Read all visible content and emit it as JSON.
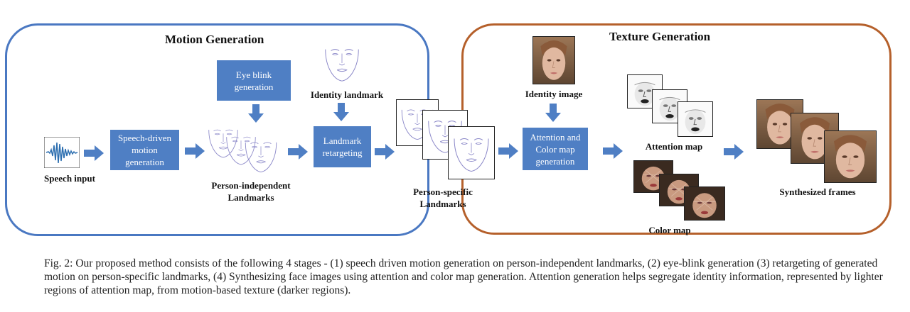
{
  "motion_generation": {
    "title": "Motion Generation",
    "speech_input_label": "Speech input",
    "speech_driven_box": "Speech-driven\nmotion\ngeneration",
    "eye_blink_box": "Eye blink\ngeneration",
    "person_independent_label": "Person-independent\nLandmarks",
    "identity_landmark_label": "Identity landmark",
    "retargeting_box": "Landmark\nretargeting"
  },
  "person_specific_label": "Person-specific\nLandmarks",
  "texture_generation": {
    "title": "Texture Generation",
    "identity_image_label": "Identity image",
    "attention_color_box": "Attention and\nColor map\ngeneration",
    "attention_map_label": "Attention map",
    "color_map_label": "Color map",
    "synthesized_label": "Synthesized frames"
  },
  "caption": "Fig. 2: Our proposed method consists of the following 4 stages - (1) speech driven motion generation on person-independent landmarks, (2) eye-blink generation (3) retargeting of generated motion on person-specific landmarks, (4) Synthesizing face images using attention and color map generation. Attention generation helps segregate identity information, represented by lighter regions of attention map, from motion-based texture (darker regions).",
  "colors": {
    "motion_border": "#4a78c2",
    "texture_border": "#b5602b",
    "box_fill": "#4f7fc4",
    "arrow": "#4f7fc4"
  }
}
